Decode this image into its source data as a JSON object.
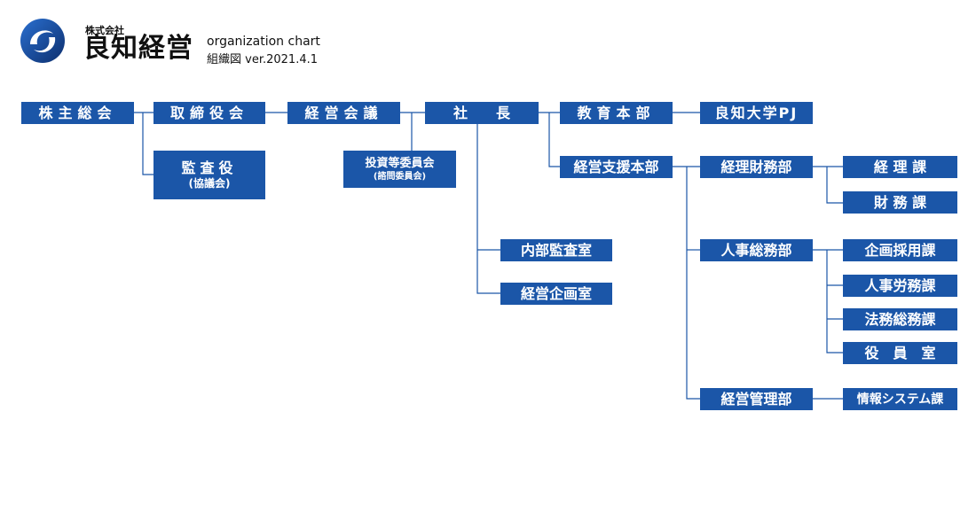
{
  "header": {
    "brand_small": "株式会社",
    "brand_name": "良知経営",
    "subtitle": "organization chart",
    "version": "組織図 ver.2021.4.1"
  },
  "colors": {
    "box": "#1b56a8",
    "line": "#1b56a8",
    "text": "#ffffff"
  },
  "nodes": {
    "kabunushi": "株主総会",
    "torishimari": "取締役会",
    "keiei_kaigi": "経営会議",
    "shacho": "社　　長",
    "kyoiku": "教育本部",
    "pj": "良知大学PJ",
    "kansayaku": "監査役",
    "kansayaku_sub": "(協議会)",
    "toushi": "投資等委員会",
    "toushi_sub": "(諮問委員会)",
    "shien": "経営支援本部",
    "keiri_zaimu": "経理財務部",
    "keiri": "経 理 課",
    "zaimu": "財 務 課",
    "naibu": "内部監査室",
    "kikaku": "経営企画室",
    "jinji_somu": "人事総務部",
    "kigyo": "企画採用課",
    "jinji_romu": "人事労務課",
    "homu": "法務総務課",
    "yakuin": "役　員　室",
    "kanri": "経営管理部",
    "joho": "情報システム課"
  }
}
